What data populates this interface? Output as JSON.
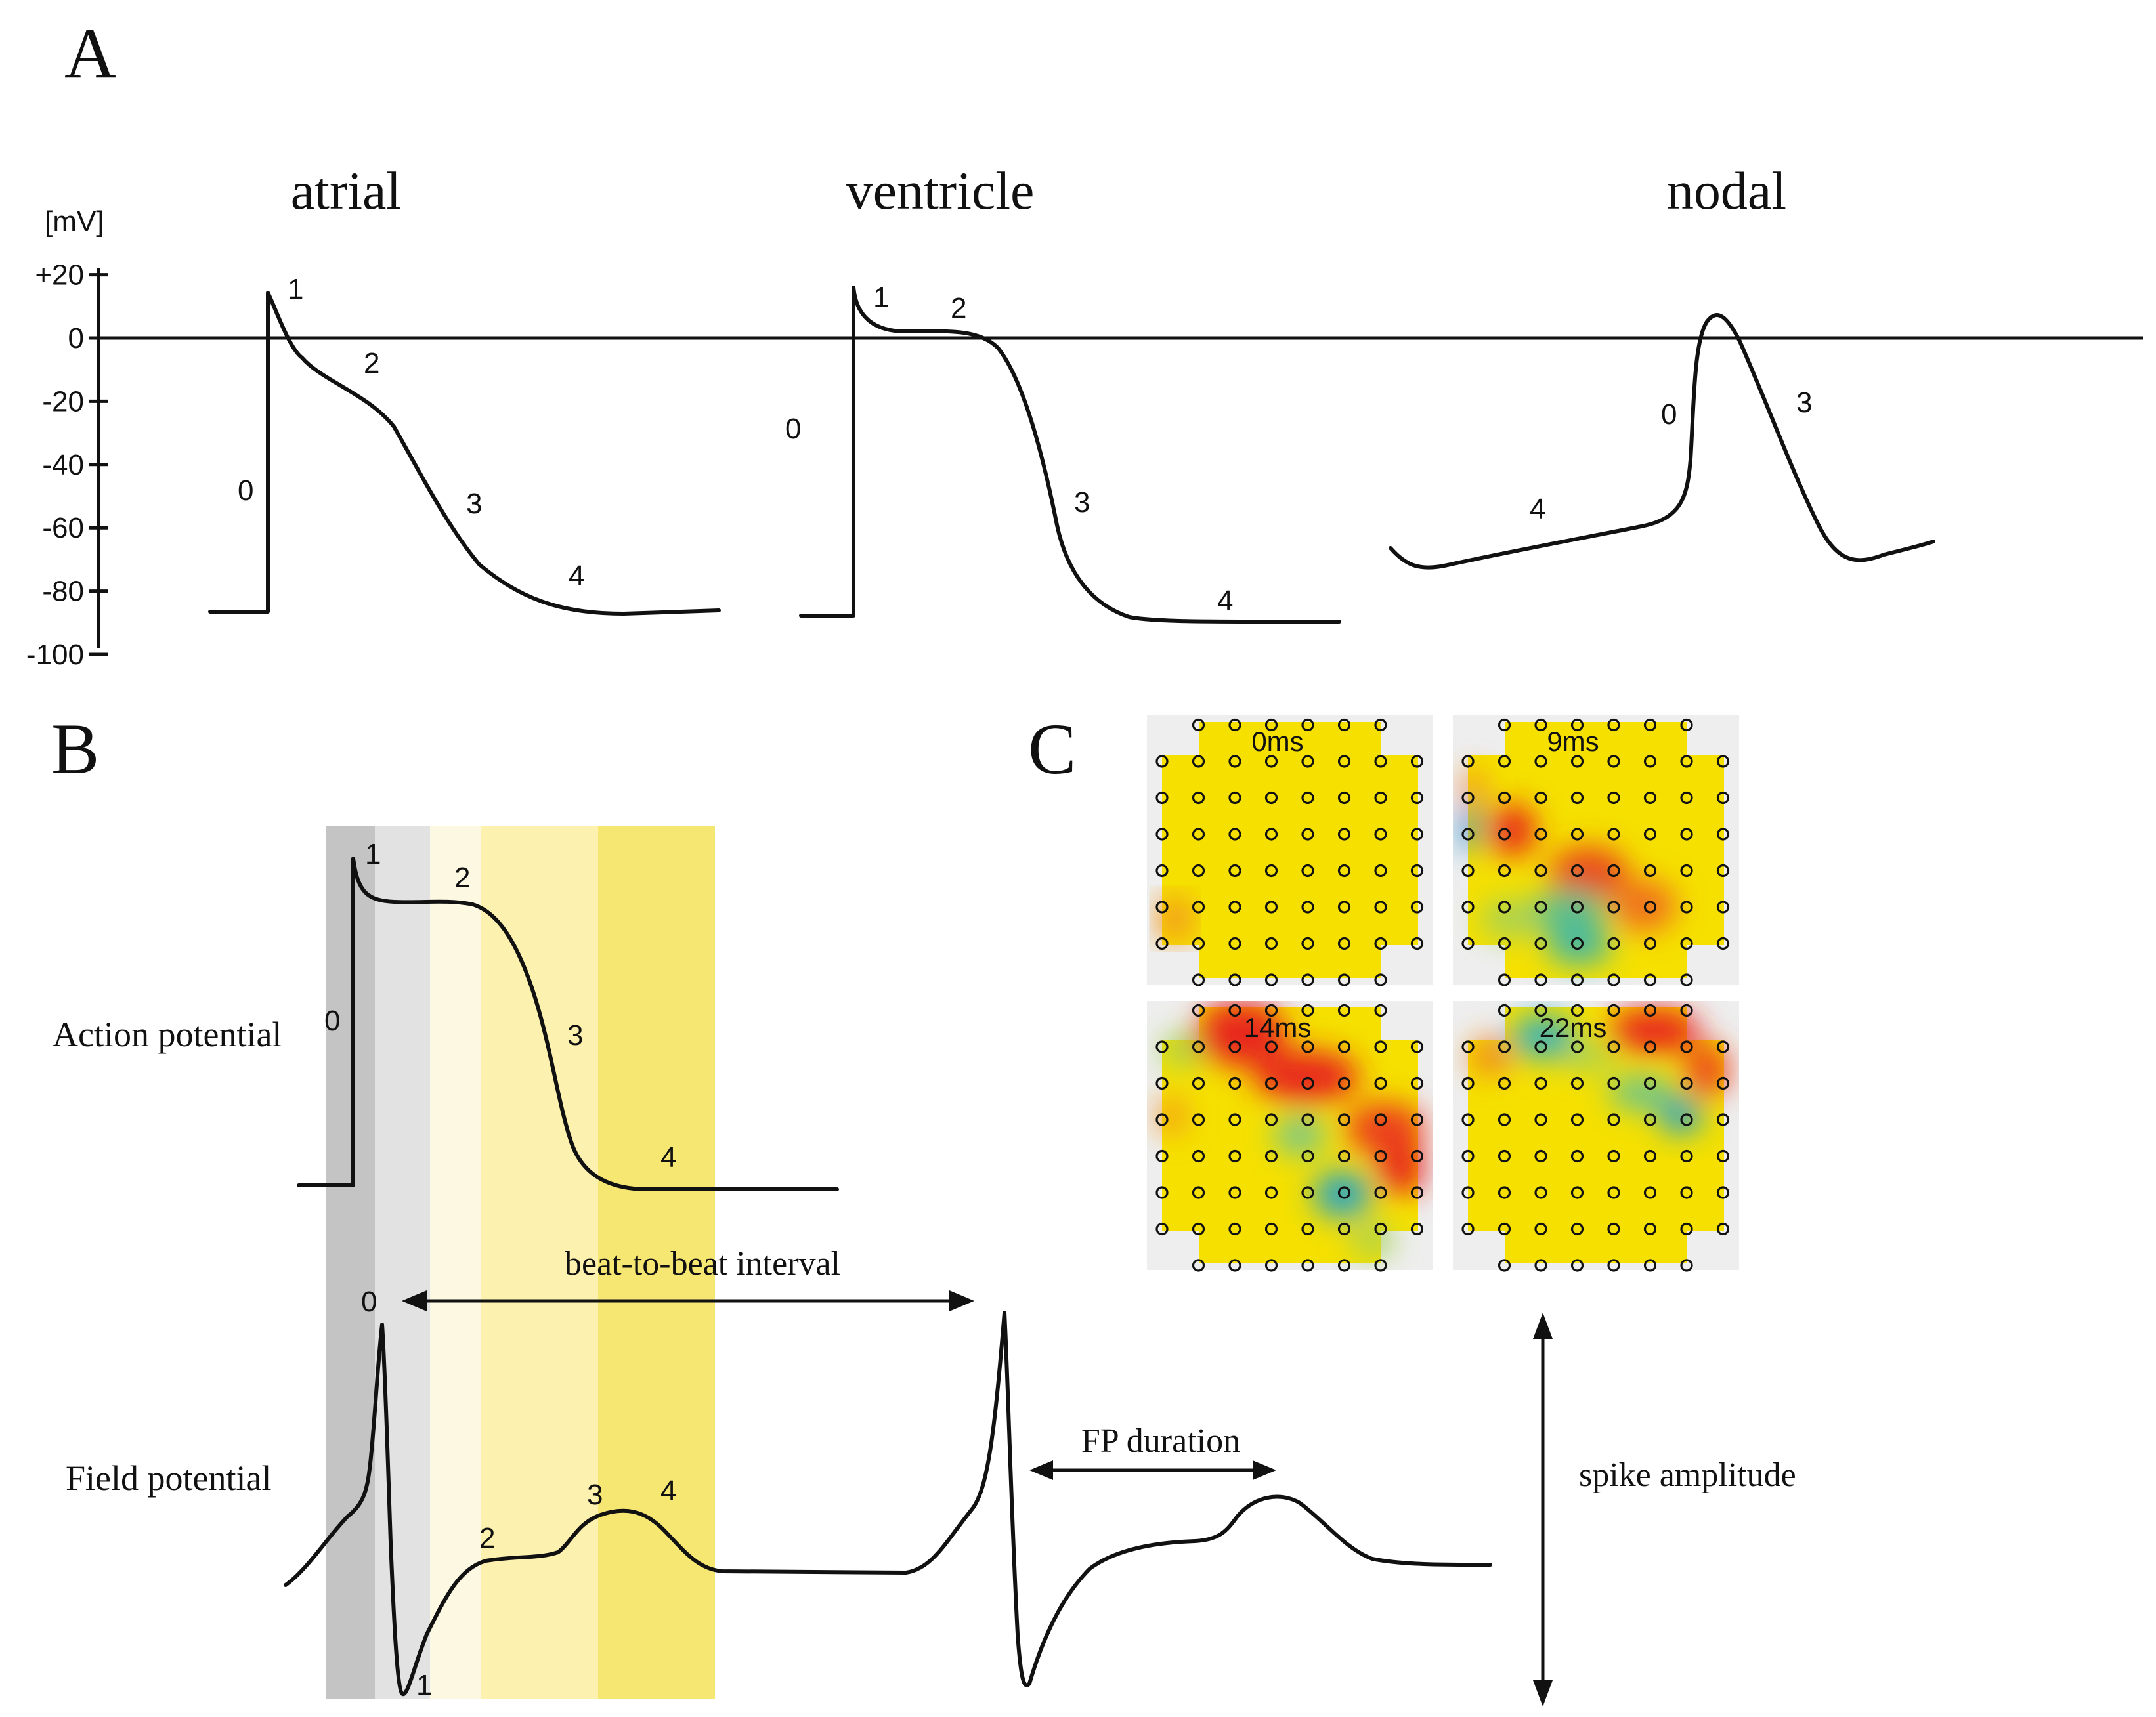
{
  "panels": {
    "A": {
      "letter": "A",
      "unit": "[mV]",
      "y_ticks": [
        "+20",
        "0",
        "-20",
        "-40",
        "-60",
        "-80",
        "-100"
      ],
      "y_tick_values": [
        20,
        0,
        -20,
        -40,
        -60,
        -80,
        -100
      ],
      "traces": [
        {
          "title": "atrial",
          "phase_labels": [
            "0",
            "1",
            "2",
            "3",
            "4"
          ]
        },
        {
          "title": "ventricle",
          "phase_labels": [
            "0",
            "1",
            "2",
            "3",
            "4"
          ]
        },
        {
          "title": "nodal",
          "phase_labels": [
            "0",
            "3",
            "4"
          ]
        }
      ]
    },
    "B": {
      "letter": "B",
      "action_potential_label": "Action potential",
      "field_potential_label": "Field potential",
      "ap_phase_labels": [
        "0",
        "1",
        "2",
        "3",
        "4"
      ],
      "fp_phase_labels": [
        "0",
        "1",
        "2",
        "3",
        "4"
      ],
      "beat_interval_label": "beat-to-beat interval",
      "fp_duration_label": "FP duration",
      "spike_amplitude_label": "spike amplitude",
      "phase_band_colors": [
        "#c4c4c4",
        "#e2e2e2",
        "#fdf8e2",
        "#fcf1ae",
        "#f6e772"
      ]
    },
    "C": {
      "letter": "C",
      "maps": [
        {
          "time": "0ms"
        },
        {
          "time": "9ms"
        },
        {
          "time": "14ms"
        },
        {
          "time": "22ms"
        }
      ],
      "colors": {
        "baseline": "#f5e000",
        "high": "#e8261e",
        "low": "#1ca6c8",
        "background": "#eeeeee"
      }
    }
  }
}
